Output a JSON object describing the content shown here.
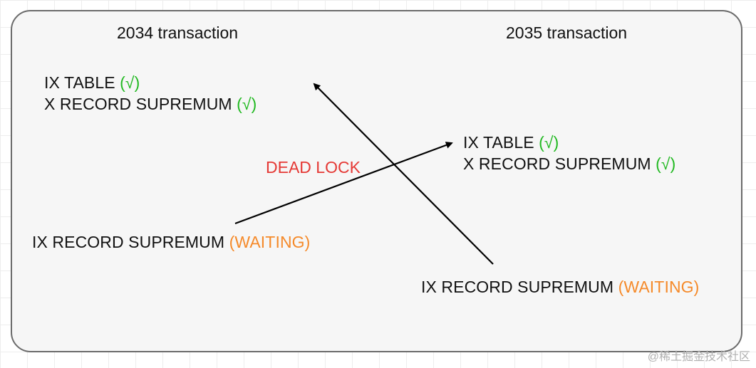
{
  "transactions": {
    "t2034": {
      "title": "2034 transaction",
      "held": [
        {
          "text": "IX TABLE",
          "status": "(√)"
        },
        {
          "text": "X RECORD SUPREMUM",
          "status": "(√)"
        }
      ],
      "waiting": {
        "text": "IX RECORD SUPREMUM",
        "status": "(WAITING)"
      }
    },
    "t2035": {
      "title": "2035 transaction",
      "held": [
        {
          "text": "IX TABLE",
          "status": "(√)"
        },
        {
          "text": "X RECORD SUPREMUM",
          "status": "(√)"
        }
      ],
      "waiting": {
        "text": "IX RECORD SUPREMUM",
        "status": "(WAITING)"
      }
    }
  },
  "deadlock_label": "DEAD LOCK",
  "watermark": "@稀土掘金技术社区",
  "colors": {
    "granted": "#22b922",
    "waiting": "#f58a2a",
    "deadlock": "#e53935",
    "arrow": "#000000",
    "frame_border": "#6b6b6b",
    "frame_fill": "#f6f6f6"
  }
}
